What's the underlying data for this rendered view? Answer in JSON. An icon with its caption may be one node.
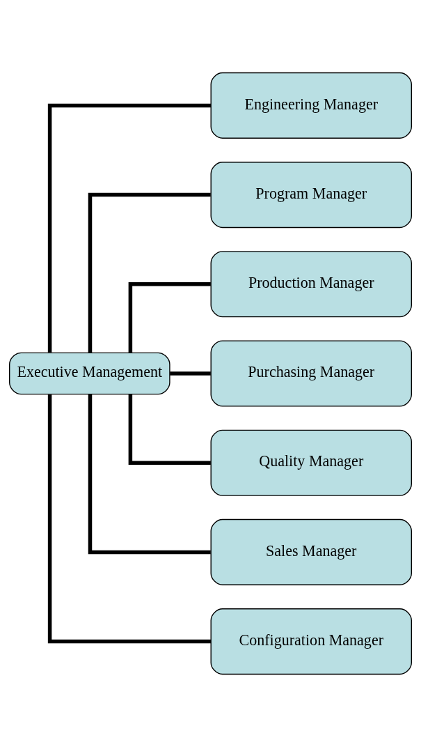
{
  "diagram": {
    "nodes": [
      {
        "text": [
          "Executive Management"
        ]
      },
      {
        "text": [
          "Engineering Manager"
        ]
      },
      {
        "text": [
          "Program Manager"
        ]
      },
      {
        "text": [
          "Production Manager"
        ]
      },
      {
        "text": [
          "Purchasing Manager"
        ]
      },
      {
        "text": [
          "Quality Manager"
        ]
      },
      {
        "text": [
          "Sales Manager"
        ]
      },
      {
        "text": [
          "Configuration Manager"
        ]
      }
    ],
    "edges": [
      {
        "from": 0,
        "to": 1,
        "arrow": "none"
      },
      {
        "from": 0,
        "to": 2,
        "arrow": "none"
      },
      {
        "from": 0,
        "to": 3,
        "arrow": "none"
      },
      {
        "from": 0,
        "to": 4,
        "arrow": "none"
      },
      {
        "from": 0,
        "to": 5,
        "arrow": "none"
      },
      {
        "from": 0,
        "to": 6,
        "arrow": "none"
      },
      {
        "from": 0,
        "to": 7,
        "arrow": "none"
      }
    ]
  }
}
